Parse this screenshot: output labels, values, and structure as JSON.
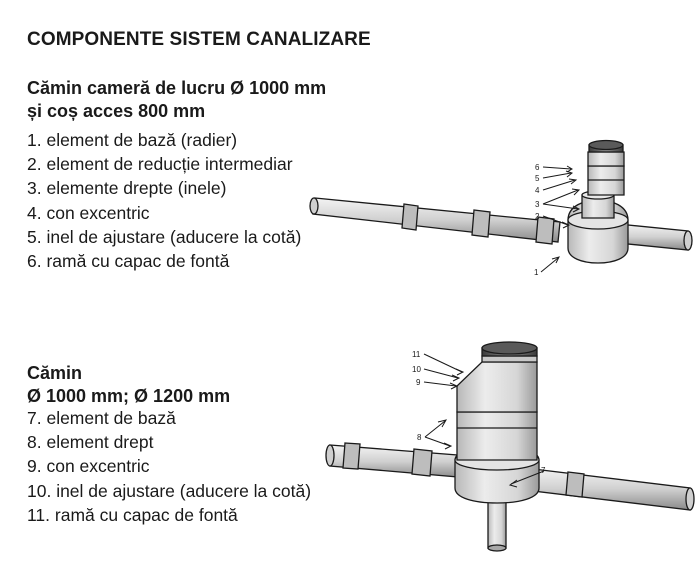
{
  "title": "COMPONENTE SISTEM CANALIZARE",
  "section1": {
    "heading_line1": "Cămin cameră de lucru Ø 1000 mm",
    "heading_line2": "și coș acces 800 mm",
    "items": [
      "1. element de bază (radier)",
      "2. element de reducție intermediar",
      "3. elemente drepte (inele)",
      "4. con excentric",
      "5. inel de ajustare (aducere la cotă)",
      "6. ramă cu capac de fontă"
    ],
    "callouts": [
      "6",
      "5",
      "4",
      "3",
      "3",
      "2",
      "1"
    ]
  },
  "section2": {
    "heading_line1": "Cămin",
    "heading_line2": "Ø 1000 mm; Ø 1200 mm",
    "items": [
      "7. element de bază",
      "8. element drept",
      "9. con excentric",
      "10. inel de ajustare (aducere la cotă)",
      "11. ramă cu capac de fontă"
    ],
    "callouts": [
      "11",
      "10",
      "9",
      "8",
      "7"
    ]
  }
}
